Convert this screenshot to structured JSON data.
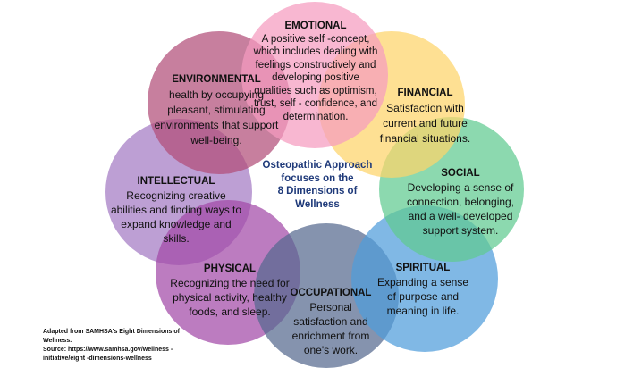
{
  "center_title": [
    "Osteopathic Approach",
    "focuses on the",
    "8 Dimensions of",
    "Wellness"
  ],
  "dimensions": [
    {
      "key": "emotional",
      "title": "EMOTIONAL",
      "text": "A positive self -concept, which includes dealing with feelings constructively and developing positive qualities such as optimism, trust, self - confidence, and determination.",
      "color": "#f59bbf"
    },
    {
      "key": "environmental",
      "title": "ENVIRONMENTAL",
      "text": "health by occupying pleasant, stimulating environments that support well-being.",
      "color": "#b24d78"
    },
    {
      "key": "financial",
      "title": "FINANCIAL",
      "text": "Satisfaction with current and future financial situations.",
      "color": "#fdd46a"
    },
    {
      "key": "social",
      "title": "SOCIAL",
      "text": "Developing a sense of connection, belonging, and a well- developed support system.",
      "color": "#5fcb90"
    },
    {
      "key": "spiritual",
      "title": "SPIRITUAL",
      "text": "Expanding a sense of purpose and meaning in life.",
      "color": "#4f9ddb"
    },
    {
      "key": "occupational",
      "title": "OCCUPATIONAL",
      "text": "Personal satisfaction and enrichment from one's work.",
      "color": "#56698f"
    },
    {
      "key": "physical",
      "title": "PHYSICAL",
      "text": "Recognizing the need for physical activity, healthy foods, and sleep.",
      "color": "#a24aa8"
    },
    {
      "key": "intellectual",
      "title": "INTELLECTUAL",
      "text": "Recognizing creative abilities and finding ways to expand knowledge and skills.",
      "color": "#a47ac4"
    }
  ],
  "source_note": [
    "Adapted from SAMHSA's Eight Dimensions of Wellness.",
    "Source: https://www.samhsa.gov/wellness - initiative/eight -dimensions-wellness"
  ]
}
